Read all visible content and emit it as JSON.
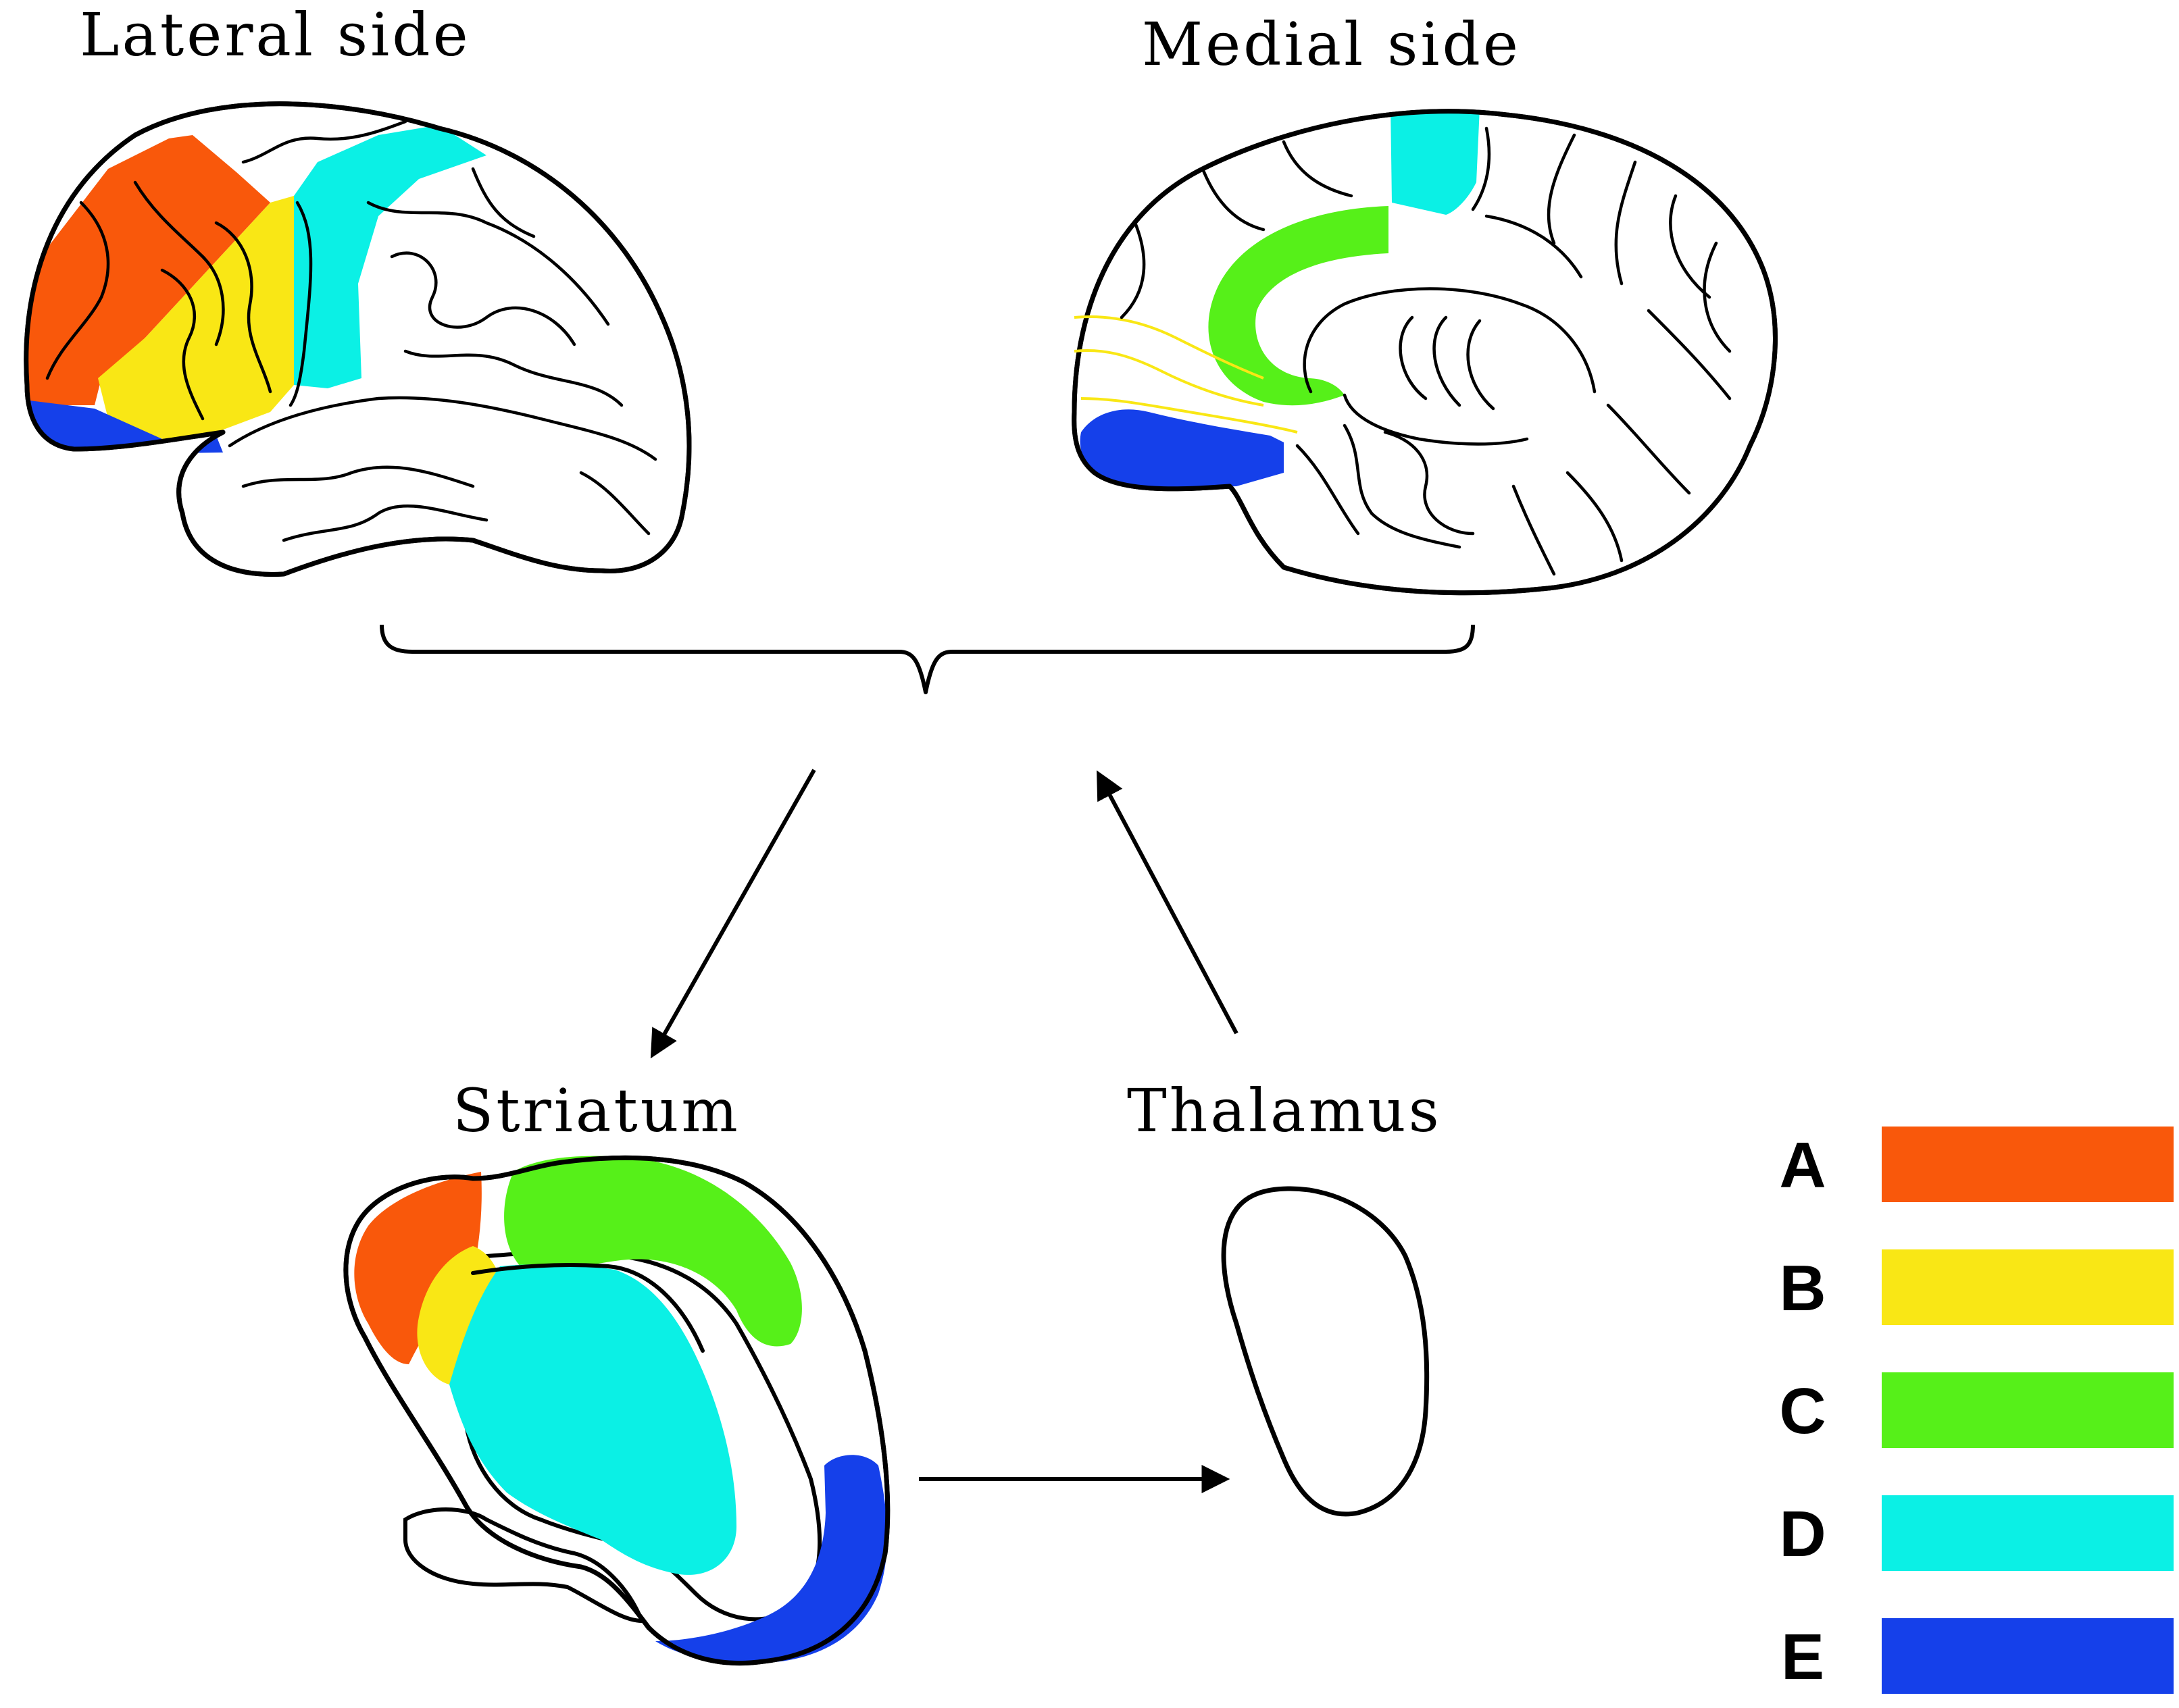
{
  "labels": {
    "lateral": "Lateral side",
    "medial": "Medial side",
    "striatum": "Striatum",
    "thalamus": "Thalamus"
  },
  "colors": {
    "A": "#F9580B",
    "B": "#F9E715",
    "C": "#56F019",
    "D": "#0BF0E5",
    "E": "#1540EA"
  },
  "legend": [
    {
      "letter": "A",
      "color": "#F9580B"
    },
    {
      "letter": "B",
      "color": "#F9E715"
    },
    {
      "letter": "C",
      "color": "#56F019"
    },
    {
      "letter": "D",
      "color": "#0BF0E5"
    },
    {
      "letter": "E",
      "color": "#1540EA"
    }
  ]
}
